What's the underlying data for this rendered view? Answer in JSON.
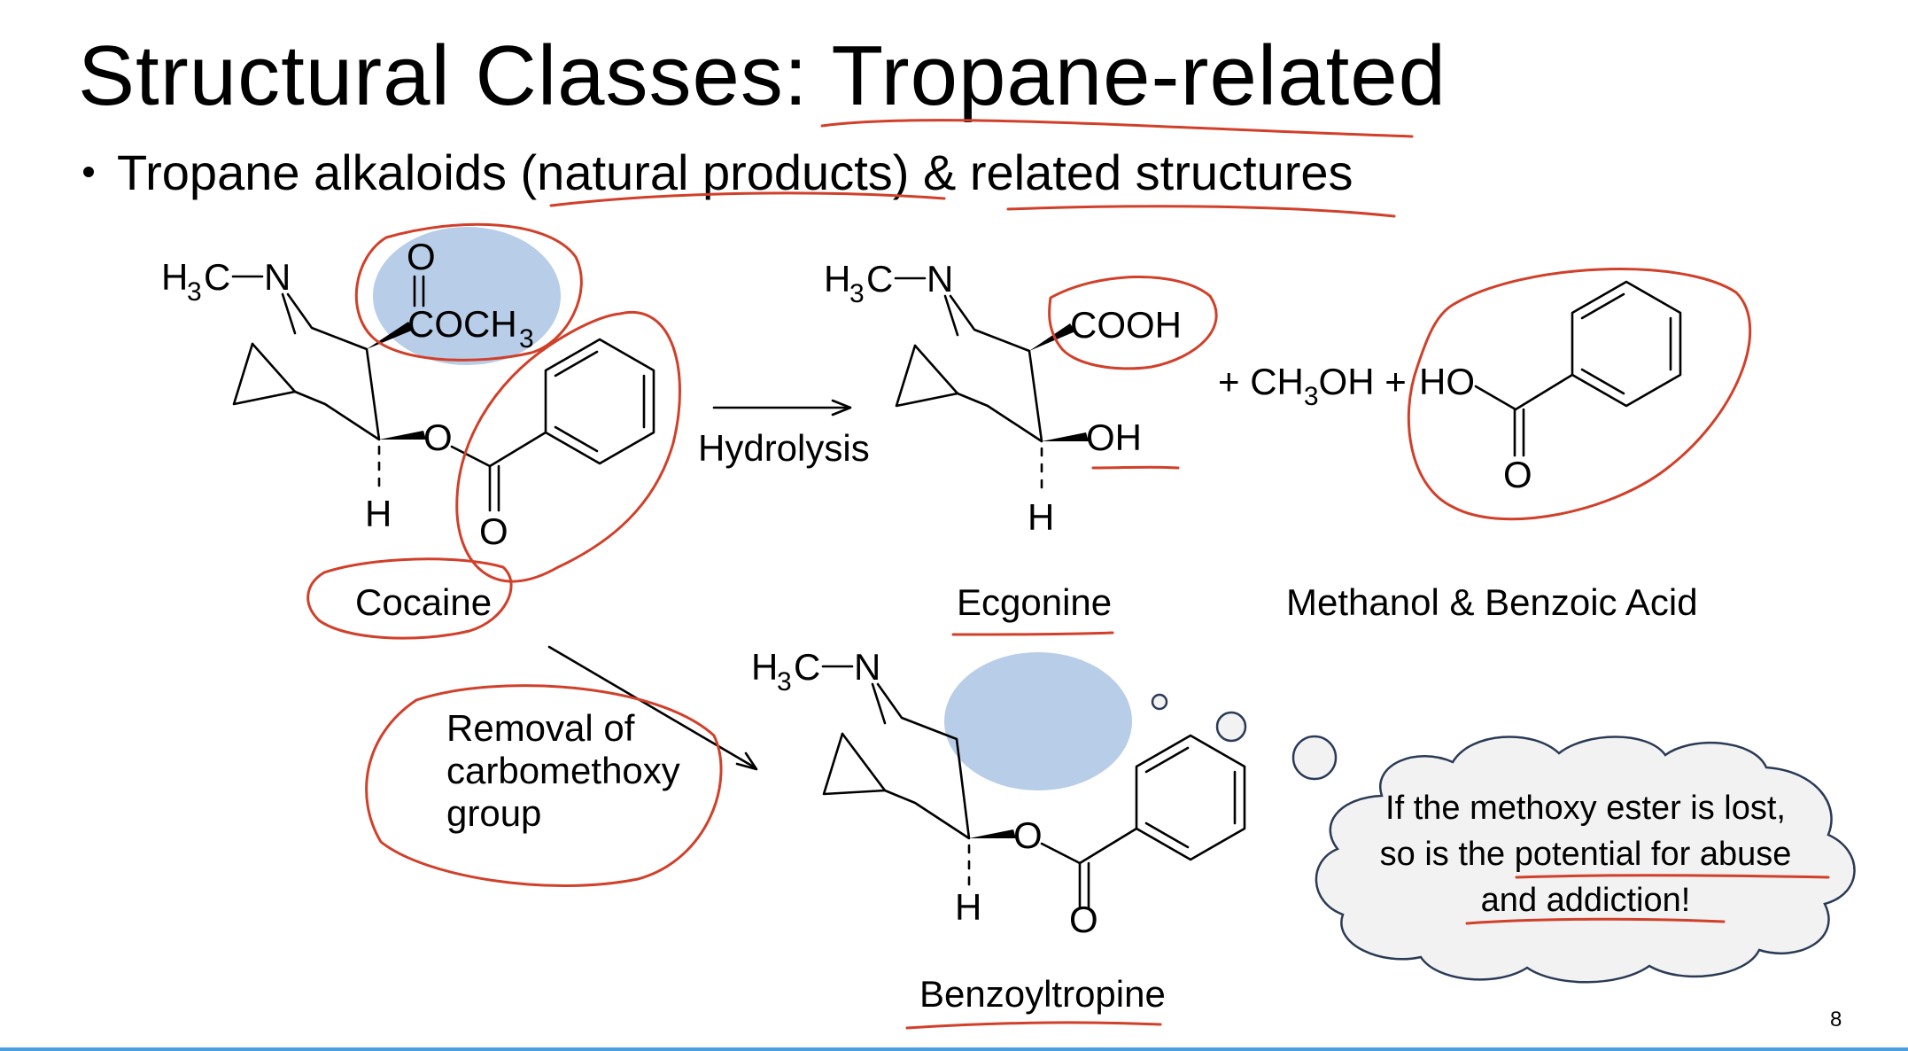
{
  "slide": {
    "title": "Structural Classes: Tropane-related",
    "bullet": {
      "part1": "Tropane alkaloids ",
      "natural_products": "(natural products)",
      "amp": " & ",
      "related": "related structures"
    },
    "page_number": "8"
  },
  "reaction": {
    "arrow_label": "Hydrolysis",
    "plus_methanol": "+ CH",
    "plus_methanol_sub": "3",
    "plus_methanol_end": "OH +",
    "removal_lines": [
      "Removal of",
      "carbomethoxy",
      "group"
    ]
  },
  "molecules": {
    "cocaine": {
      "name": "Cocaine"
    },
    "ecgonine": {
      "name": "Ecgonine"
    },
    "methanol_benzoic": {
      "name": "Methanol & Benzoic Acid"
    },
    "benzoyltropine": {
      "name": "Benzoyltropine"
    }
  },
  "atoms": {
    "h": "H",
    "c": "C",
    "n": "N",
    "o": "O",
    "h3": "3",
    "coch": "COCH",
    "cooh": "COOH",
    "oh": "OH",
    "ho": "HO"
  },
  "thought_bubble": {
    "lines": [
      "If the methoxy ester is lost,",
      "so is the potential for abuse",
      "and addiction!"
    ]
  },
  "colors": {
    "annotation_ink": "#d0402a",
    "highlight_fill": "#b8cde8",
    "bubble_fill": "#f2f2f2",
    "bubble_stroke": "#2b3a55",
    "footer_line": "#4a9fe0"
  }
}
